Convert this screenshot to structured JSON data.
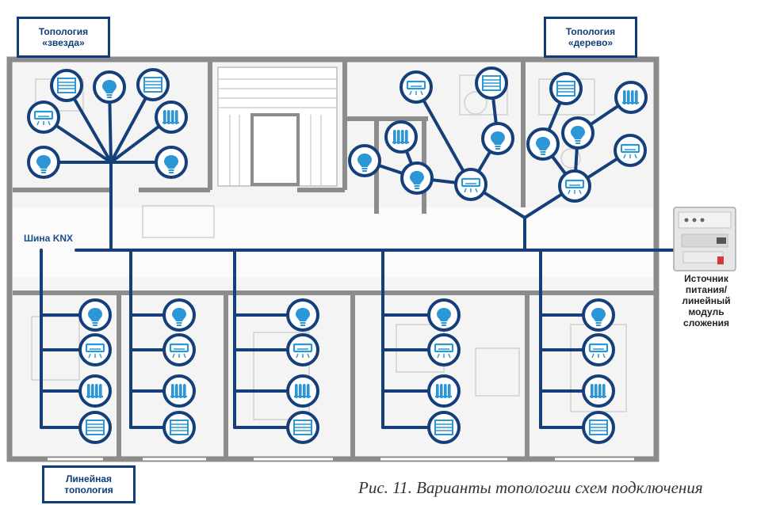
{
  "labels": {
    "star": [
      "Топология",
      "«звезда»"
    ],
    "tree": [
      "Топология",
      "«дерево»"
    ],
    "line": [
      "Линейная",
      "топология"
    ]
  },
  "bus": {
    "label": "Шина KNX"
  },
  "power_supply": {
    "lines": [
      "Источник",
      "питания/",
      "линейный",
      "модуль",
      "сложения"
    ]
  },
  "caption": "Рис. 11. Варианты топологии схем подключения",
  "colors": {
    "bus_line": "#143f7a",
    "node_border": "#143f7a",
    "icon": "#2c97d6",
    "wall": "#8c8c8c",
    "floor": "#f5f5f5"
  },
  "device_types": [
    "blind-icon",
    "bulb-icon",
    "ac-icon",
    "radiator-icon"
  ]
}
